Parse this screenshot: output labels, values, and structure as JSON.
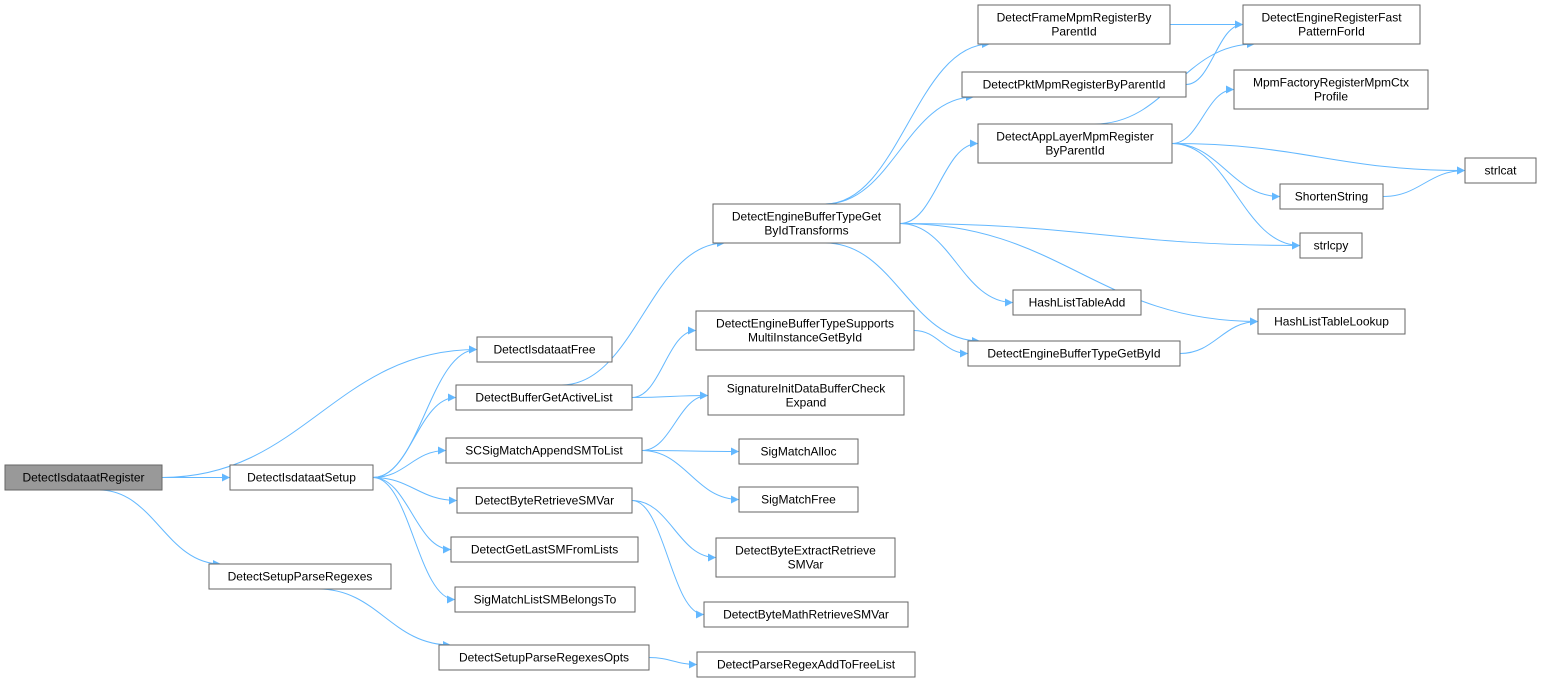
{
  "graph": {
    "root": "DetectIsdataatRegister",
    "colors": {
      "edge": "#63b8ff",
      "node_fill": "#ffffff",
      "node_border": "#666666",
      "root_fill": "#999999",
      "text": "#000000"
    },
    "nodes": [
      {
        "id": "root",
        "lines": [
          "DetectIsdataatRegister"
        ]
      },
      {
        "id": "setup",
        "lines": [
          "DetectIsdataatSetup"
        ]
      },
      {
        "id": "setupregex",
        "lines": [
          "DetectSetupParseRegexes"
        ]
      },
      {
        "id": "free",
        "lines": [
          "DetectIsdataatFree"
        ]
      },
      {
        "id": "activelist",
        "lines": [
          "DetectBufferGetActiveList"
        ]
      },
      {
        "id": "appendsm",
        "lines": [
          "SCSigMatchAppendSMToList"
        ]
      },
      {
        "id": "byteretrieve",
        "lines": [
          "DetectByteRetrieveSMVar"
        ]
      },
      {
        "id": "getlastsm",
        "lines": [
          "DetectGetLastSMFromLists"
        ]
      },
      {
        "id": "smbelongs",
        "lines": [
          "SigMatchListSMBelongsTo"
        ]
      },
      {
        "id": "regexopts",
        "lines": [
          "DetectSetupParseRegexesOpts"
        ]
      },
      {
        "id": "transforms",
        "lines": [
          "DetectEngineBufferTypeGet",
          "ByIdTransforms"
        ]
      },
      {
        "id": "multiinstance",
        "lines": [
          "DetectEngineBufferTypeSupports",
          "MultiInstanceGetById"
        ]
      },
      {
        "id": "bufcheck",
        "lines": [
          "SignatureInitDataBufferCheck",
          "Expand"
        ]
      },
      {
        "id": "smalloc",
        "lines": [
          "SigMatchAlloc"
        ]
      },
      {
        "id": "smfree",
        "lines": [
          "SigMatchFree"
        ]
      },
      {
        "id": "byteextract",
        "lines": [
          "DetectByteExtractRetrieve",
          "SMVar"
        ]
      },
      {
        "id": "bytemath",
        "lines": [
          "DetectByteMathRetrieveSMVar"
        ]
      },
      {
        "id": "freelist",
        "lines": [
          "DetectParseRegexAddToFreeList"
        ]
      },
      {
        "id": "framempm",
        "lines": [
          "DetectFrameMpmRegisterBy",
          "ParentId"
        ]
      },
      {
        "id": "pktmpm",
        "lines": [
          "DetectPktMpmRegisterByParentId"
        ]
      },
      {
        "id": "applayer",
        "lines": [
          "DetectAppLayerMpmRegister",
          "ByParentId"
        ]
      },
      {
        "id": "hashadd",
        "lines": [
          "HashListTableAdd"
        ]
      },
      {
        "id": "getbyid",
        "lines": [
          "DetectEngineBufferTypeGetById"
        ]
      },
      {
        "id": "fastpattern",
        "lines": [
          "DetectEngineRegisterFast",
          "PatternForId"
        ]
      },
      {
        "id": "mpmfactory",
        "lines": [
          "MpmFactoryRegisterMpmCtx",
          "Profile"
        ]
      },
      {
        "id": "shorten",
        "lines": [
          "ShortenString"
        ]
      },
      {
        "id": "strlcpy",
        "lines": [
          "strlcpy"
        ]
      },
      {
        "id": "hashlookup",
        "lines": [
          "HashListTableLookup"
        ]
      },
      {
        "id": "strlcat",
        "lines": [
          "strlcat"
        ]
      }
    ],
    "edges": [
      [
        "root",
        "free"
      ],
      [
        "root",
        "setup"
      ],
      [
        "root",
        "setupregex"
      ],
      [
        "setup",
        "free"
      ],
      [
        "setup",
        "activelist"
      ],
      [
        "setup",
        "appendsm"
      ],
      [
        "setup",
        "byteretrieve"
      ],
      [
        "setup",
        "getlastsm"
      ],
      [
        "setup",
        "smbelongs"
      ],
      [
        "setupregex",
        "regexopts"
      ],
      [
        "regexopts",
        "freelist"
      ],
      [
        "activelist",
        "transforms"
      ],
      [
        "activelist",
        "multiinstance"
      ],
      [
        "activelist",
        "bufcheck"
      ],
      [
        "appendsm",
        "bufcheck"
      ],
      [
        "appendsm",
        "smalloc"
      ],
      [
        "appendsm",
        "smfree"
      ],
      [
        "byteretrieve",
        "byteextract"
      ],
      [
        "byteretrieve",
        "bytemath"
      ],
      [
        "multiinstance",
        "getbyid"
      ],
      [
        "transforms",
        "framempm"
      ],
      [
        "transforms",
        "pktmpm"
      ],
      [
        "transforms",
        "applayer"
      ],
      [
        "transforms",
        "hashadd"
      ],
      [
        "transforms",
        "getbyid"
      ],
      [
        "transforms",
        "strlcpy"
      ],
      [
        "transforms",
        "hashlookup"
      ],
      [
        "framempm",
        "fastpattern"
      ],
      [
        "pktmpm",
        "fastpattern"
      ],
      [
        "applayer",
        "fastpattern"
      ],
      [
        "applayer",
        "mpmfactory"
      ],
      [
        "applayer",
        "strlcat"
      ],
      [
        "applayer",
        "shorten"
      ],
      [
        "applayer",
        "strlcpy"
      ],
      [
        "shorten",
        "strlcat"
      ],
      [
        "getbyid",
        "hashlookup"
      ]
    ]
  }
}
